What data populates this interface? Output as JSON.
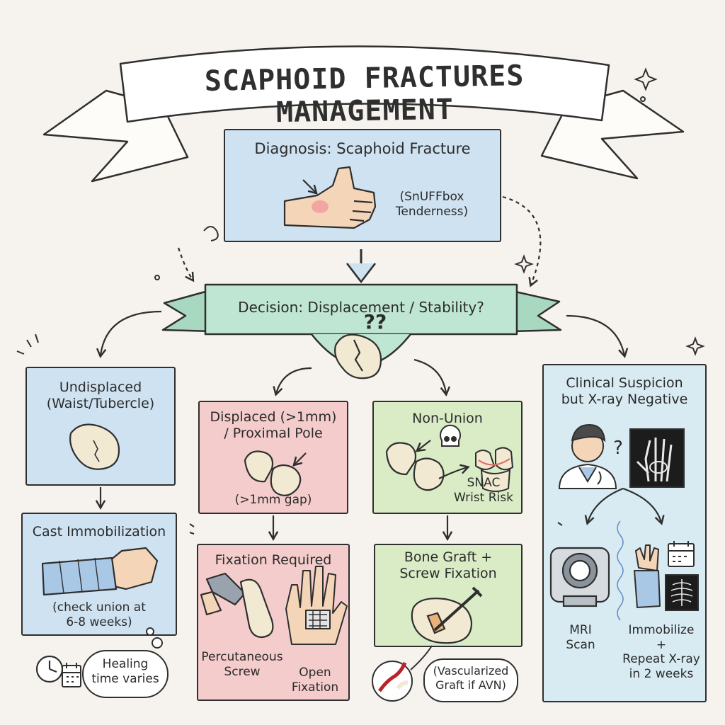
{
  "title": "SCAPHOID FRACTURES MANAGEMENT",
  "diagnosis": {
    "heading": "Diagnosis: Scaphoid Fracture",
    "note": "(SnUFFbox\nTenderness)"
  },
  "decision": {
    "label": "Decision: Displacement / Stability?",
    "marks": "??"
  },
  "undisplaced": {
    "heading": "Undisplaced\n(Waist/Tubercle)"
  },
  "cast": {
    "heading": "Cast Immobilization",
    "note": "(check union at\n6-8 weeks)",
    "cloud": "Healing\ntime varies"
  },
  "displaced": {
    "heading": "Displaced (>1mm)\n/ Proximal Pole",
    "note": "(>1mm gap)"
  },
  "fixation": {
    "heading": "Fixation Required",
    "left": "Percutaneous\nScrew",
    "right": "Open\nFixation"
  },
  "nonunion": {
    "heading": "Non-Union",
    "risk": "SNAC\nWrist Risk"
  },
  "graft": {
    "heading": "Bone Graft +\nScrew Fixation",
    "note": "(Vascularized\nGraft if AVN)"
  },
  "suspicion": {
    "heading": "Clinical Suspicion\nbut X-ray Negative",
    "mark": "?",
    "mri": "MRI\nScan",
    "repeat": "Immobilize\n+\nRepeat X-ray\nin 2 weeks"
  },
  "colors": {
    "ink": "#2f2f2f",
    "blue": "#cfe2f1",
    "light_blue": "#d8ebf3",
    "red": "#f4cccc",
    "green": "#d9ecc6",
    "mint": "#bfe6d2",
    "bone": "#f1e9d2",
    "skin": "#f5d5b8",
    "cast": "#a9c8e6"
  },
  "icons": [
    "snuffbox-hand-icon",
    "scaphoid-bone-icon",
    "wrist-cast-icon",
    "clock-icon",
    "calendar-icon",
    "fractured-bone-icon",
    "drill-icon",
    "open-fixation-hand-icon",
    "skull-icon",
    "wrist-joint-icon",
    "graft-screw-icon",
    "blood-vessel-icon",
    "doctor-icon",
    "xray-hand-icon",
    "mri-scanner-icon",
    "splint-hand-icon",
    "chest-xray-icon"
  ]
}
